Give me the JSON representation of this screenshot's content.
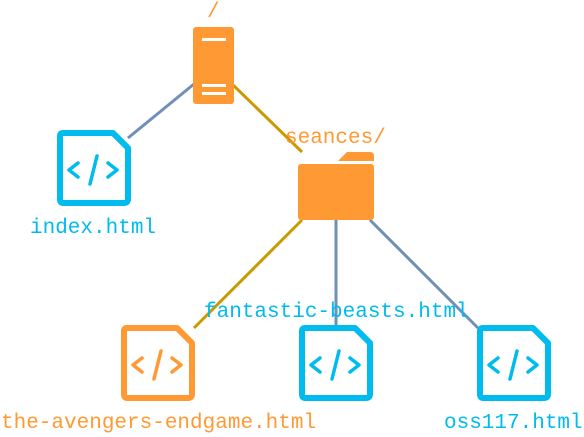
{
  "colors": {
    "orange": "#ff9933",
    "blue": "#00bbee",
    "edge_gray_blue": "#7090b8",
    "edge_gold": "#cc9900"
  },
  "nodes": {
    "root": {
      "label": "/",
      "icon": "server-icon"
    },
    "folder": {
      "label": "seances/",
      "icon": "folder-icon"
    },
    "index": {
      "label": "index.html",
      "icon": "html-file-icon"
    },
    "avengers": {
      "label": "the-avengers-endgame.html",
      "icon": "html-file-icon"
    },
    "beasts": {
      "label": "fantastic-beasts.html",
      "icon": "html-file-icon"
    },
    "oss": {
      "label": "oss117.html",
      "icon": "html-file-icon"
    }
  }
}
